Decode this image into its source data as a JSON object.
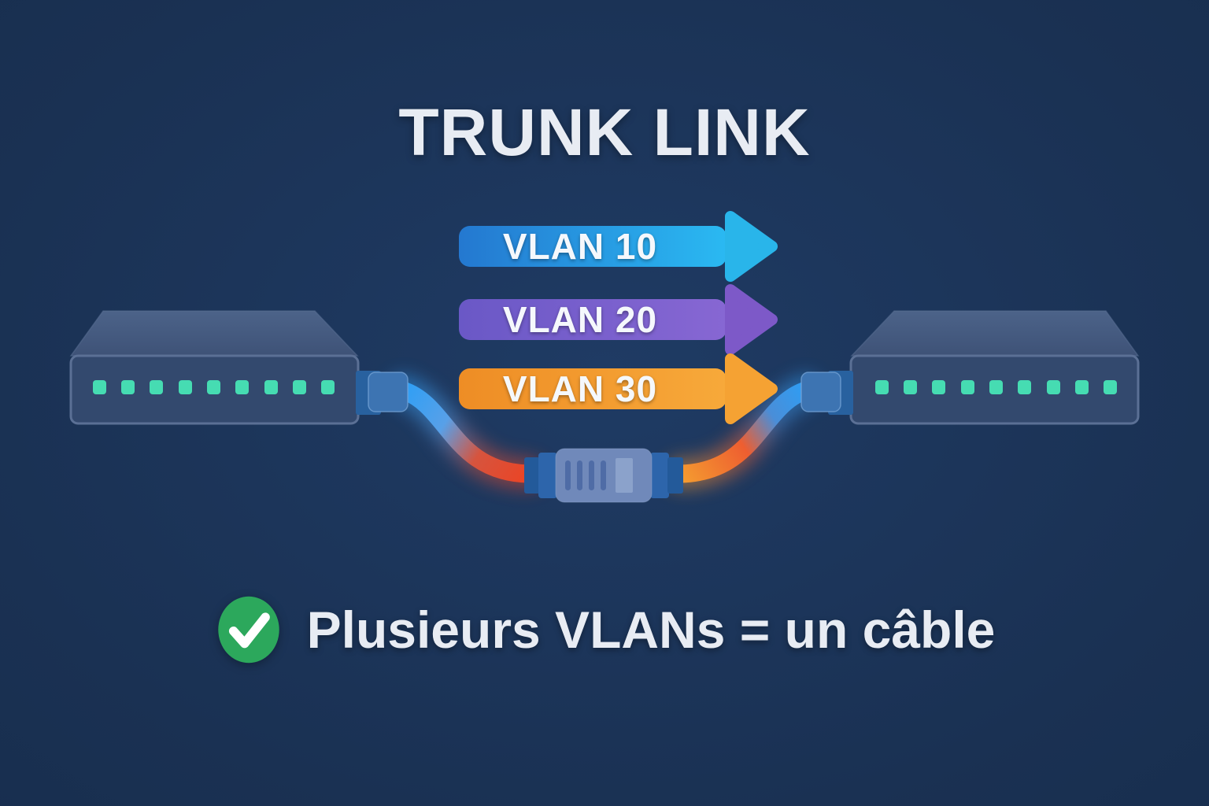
{
  "title": "TRUNK LINK",
  "trunk": {
    "arrows": [
      {
        "label": "VLAN 10",
        "color_start": "#2478d0",
        "color_end": "#2ab9f2",
        "head_color": "#29b5ea",
        "label_color": "#f5f8fc"
      },
      {
        "label": "VLAN 20",
        "color_start": "#6a58c6",
        "color_end": "#8767d3",
        "head_color": "#7d59c8",
        "label_color": "#f5f8fc"
      },
      {
        "label": "VLAN 30",
        "color_start": "#ee8d25",
        "color_end": "#f7a93a",
        "head_color": "#f5a233",
        "label_color": "#f5f8fc"
      }
    ]
  },
  "switches": {
    "left": {
      "port_count": 9
    },
    "right": {
      "port_count": 9
    },
    "port_color": "#46dcb2",
    "body_color": "#33496e",
    "top_color": "#4c6389"
  },
  "cable": {
    "left_start_color": "#2f9ff5",
    "left_mid_color": "#d6543e",
    "left_end_color": "#ea4526",
    "right_start_color": "#f49a30",
    "right_mid_color": "#ee5e30",
    "right_end_color": "#2f9df3",
    "plug_color": "#3d74b2",
    "plug_stem_color": "#28619f",
    "coupler_body_color": "#7089ba",
    "coupler_collar_color": "#2d65ab",
    "coupler_slot_color": "#4f6ca6"
  },
  "caption": {
    "text": "Plusieurs VLANs = un câble",
    "check_color": "#2ca85c"
  },
  "colors": {
    "background": "#1a3153",
    "heading_text": "#e8ecf3"
  }
}
